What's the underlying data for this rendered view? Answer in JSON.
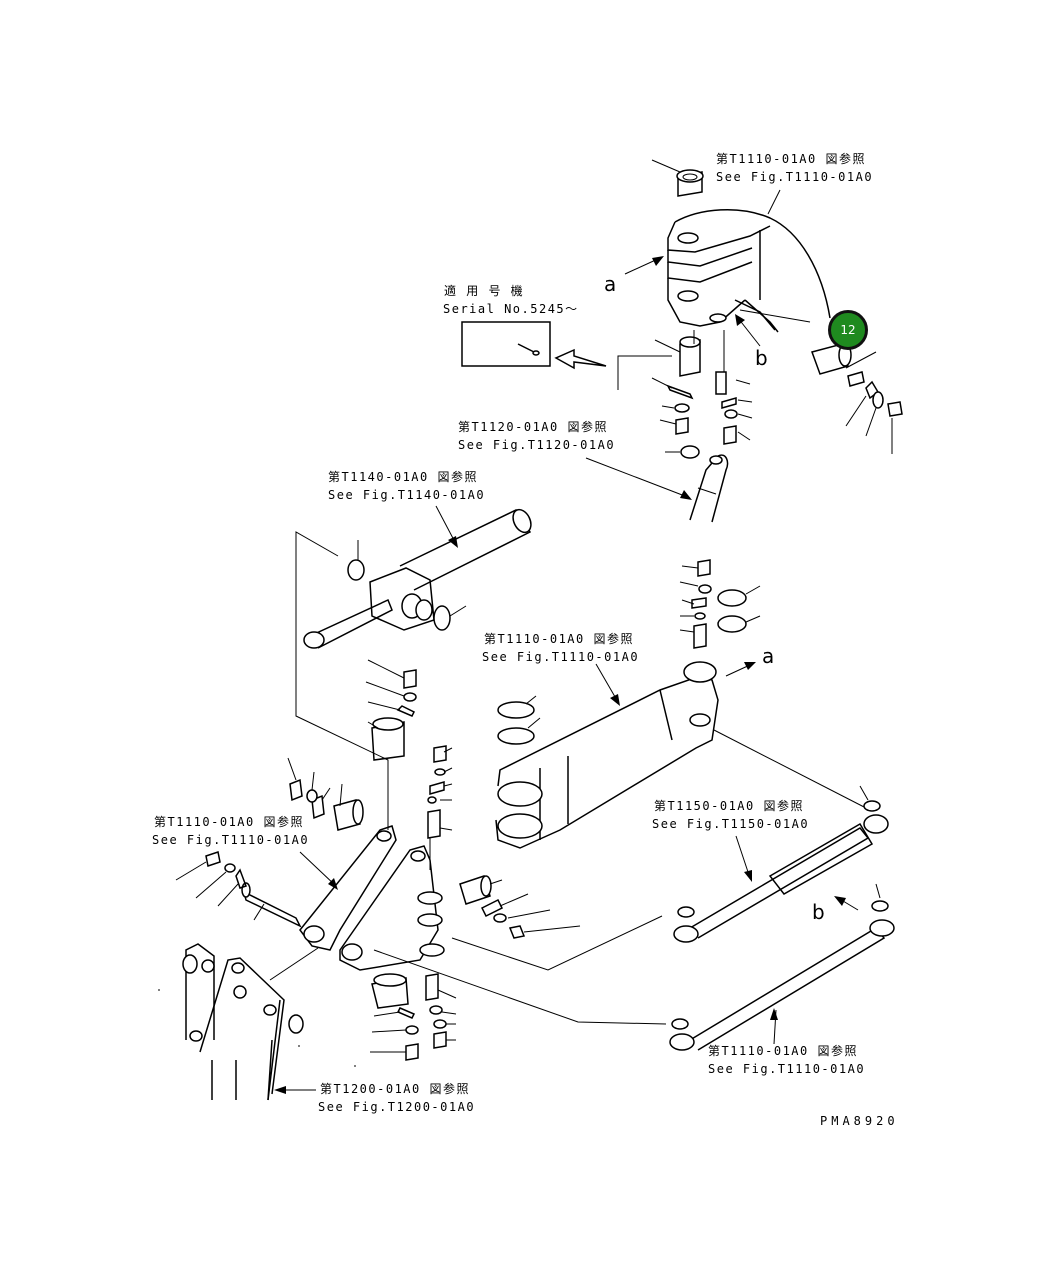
{
  "refs": {
    "r1": {
      "jp": "第T1110-01A0 図参照",
      "en": "See Fig.T1110-01A0"
    },
    "r2": {
      "jp": "第T1120-01A0 図参照",
      "en": "See Fig.T1120-01A0"
    },
    "r3": {
      "jp": "第T1140-01A0 図参照",
      "en": "See Fig.T1140-01A0"
    },
    "r4": {
      "jp": "第T1110-01A0 図参照",
      "en": "See Fig.T1110-01A0"
    },
    "r5": {
      "jp": "第T1150-01A0 図参照",
      "en": "See Fig.T1150-01A0"
    },
    "r6": {
      "jp": "第T1110-01A0 図参照",
      "en": "See Fig.T1110-01A0"
    },
    "r7": {
      "jp": "第T1110-01A0 図参照",
      "en": "See Fig.T1110-01A0"
    },
    "r8": {
      "jp": "第T1200-01A0 図参照",
      "en": "See Fig.T1200-01A0"
    }
  },
  "serial": {
    "jp": "適 用 号 機",
    "en": "Serial No.5245～"
  },
  "letters": {
    "a1": "a",
    "a2": "a",
    "b1": "b",
    "b2": "b"
  },
  "badge": "12",
  "page_code": "PMA8920",
  "colors": {
    "badge_fill": "#1f8a1f"
  }
}
